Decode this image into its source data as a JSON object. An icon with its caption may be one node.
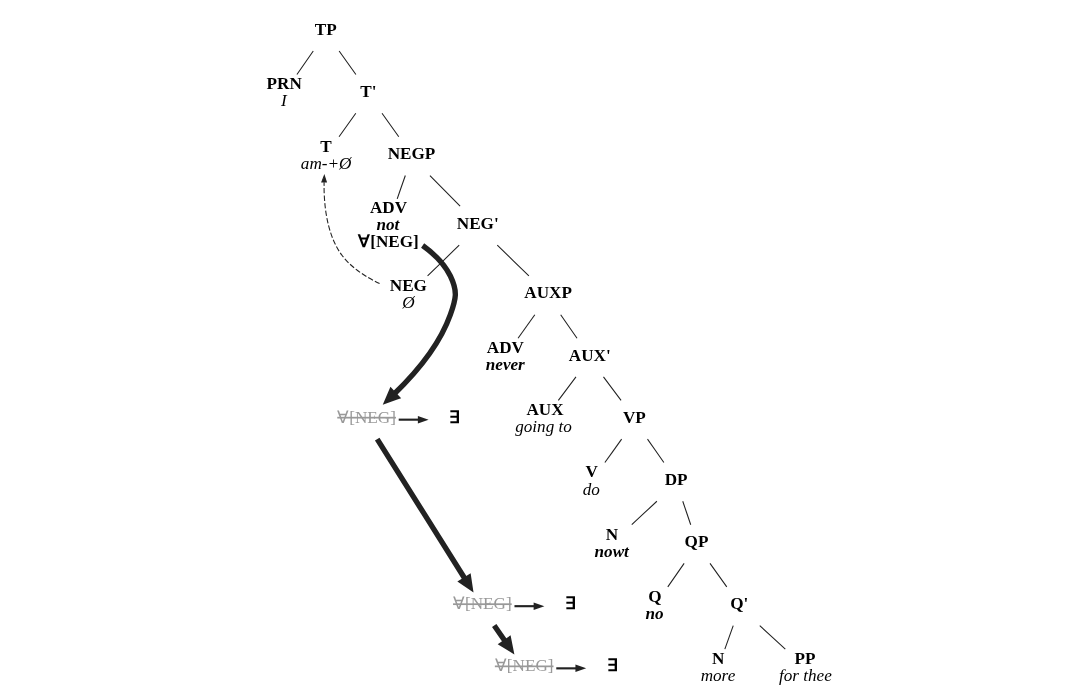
{
  "diagram": {
    "nodes": [
      {
        "text": [
          "TP"
        ]
      },
      {
        "text": [
          "PRN",
          "I"
        ]
      },
      {
        "text": [
          "T'"
        ]
      },
      {
        "text": [
          "T",
          "am-+Ø"
        ]
      },
      {
        "text": [
          "NEGP"
        ]
      },
      {
        "text": [
          "ADV",
          "not",
          "∀[NEG]"
        ]
      },
      {
        "text": [
          "NEG'"
        ]
      },
      {
        "text": [
          "NEG",
          "Ø"
        ]
      },
      {
        "text": [
          "AUXP"
        ]
      },
      {
        "text": [
          "ADV",
          "never"
        ]
      },
      {
        "text": [
          "∀[NEG]"
        ]
      },
      {
        "text": [
          "∃"
        ]
      },
      {
        "text": [
          "AUX'"
        ]
      },
      {
        "text": [
          "AUX",
          "going to"
        ]
      },
      {
        "text": [
          "VP"
        ]
      },
      {
        "text": [
          "V",
          "do"
        ]
      },
      {
        "text": [
          "DP"
        ]
      },
      {
        "text": [
          "N",
          "nowt"
        ]
      },
      {
        "text": [
          "∀[NEG]"
        ]
      },
      {
        "text": [
          "∃"
        ]
      },
      {
        "text": [
          "QP"
        ]
      },
      {
        "text": [
          "Q",
          "no"
        ]
      },
      {
        "text": [
          "Q'"
        ]
      },
      {
        "text": [
          "∀[NEG]"
        ]
      },
      {
        "text": [
          "∃"
        ]
      },
      {
        "text": [
          "N",
          "more"
        ]
      },
      {
        "text": [
          "PP",
          "for thee"
        ]
      }
    ],
    "edges": [
      {
        "from": 0,
        "to": 1,
        "arrow": "none"
      },
      {
        "from": 0,
        "to": 2,
        "arrow": "none"
      },
      {
        "from": 2,
        "to": 3,
        "arrow": "none"
      },
      {
        "from": 2,
        "to": 4,
        "arrow": "none"
      },
      {
        "from": 4,
        "to": 5,
        "arrow": "none"
      },
      {
        "from": 4,
        "to": 6,
        "arrow": "none"
      },
      {
        "from": 6,
        "to": 7,
        "arrow": "none"
      },
      {
        "from": 6,
        "to": 8,
        "arrow": "none"
      },
      {
        "from": 8,
        "to": 9,
        "arrow": "none"
      },
      {
        "from": 8,
        "to": 12,
        "arrow": "none"
      },
      {
        "from": 12,
        "to": 13,
        "arrow": "none"
      },
      {
        "from": 12,
        "to": 14,
        "arrow": "none"
      },
      {
        "from": 14,
        "to": 15,
        "arrow": "none"
      },
      {
        "from": 14,
        "to": 16,
        "arrow": "none"
      },
      {
        "from": 16,
        "to": 17,
        "arrow": "none"
      },
      {
        "from": 16,
        "to": 20,
        "arrow": "none"
      },
      {
        "from": 20,
        "to": 21,
        "arrow": "none"
      },
      {
        "from": 20,
        "to": 22,
        "arrow": "none"
      },
      {
        "from": 22,
        "to": 25,
        "arrow": "none"
      },
      {
        "from": 22,
        "to": 26,
        "arrow": "none"
      },
      {
        "from": 7,
        "to": 3,
        "arrow": "to",
        "style": "dashed"
      },
      {
        "from": 5,
        "to": 10,
        "arrow": "to",
        "style": "thick"
      },
      {
        "from": 10,
        "to": 18,
        "arrow": "to",
        "style": "thick"
      },
      {
        "from": 18,
        "to": 23,
        "arrow": "to",
        "style": "thick"
      },
      {
        "from": 10,
        "to": 11,
        "arrow": "to"
      },
      {
        "from": 18,
        "to": 19,
        "arrow": "to"
      },
      {
        "from": 23,
        "to": 24,
        "arrow": "to"
      }
    ]
  }
}
